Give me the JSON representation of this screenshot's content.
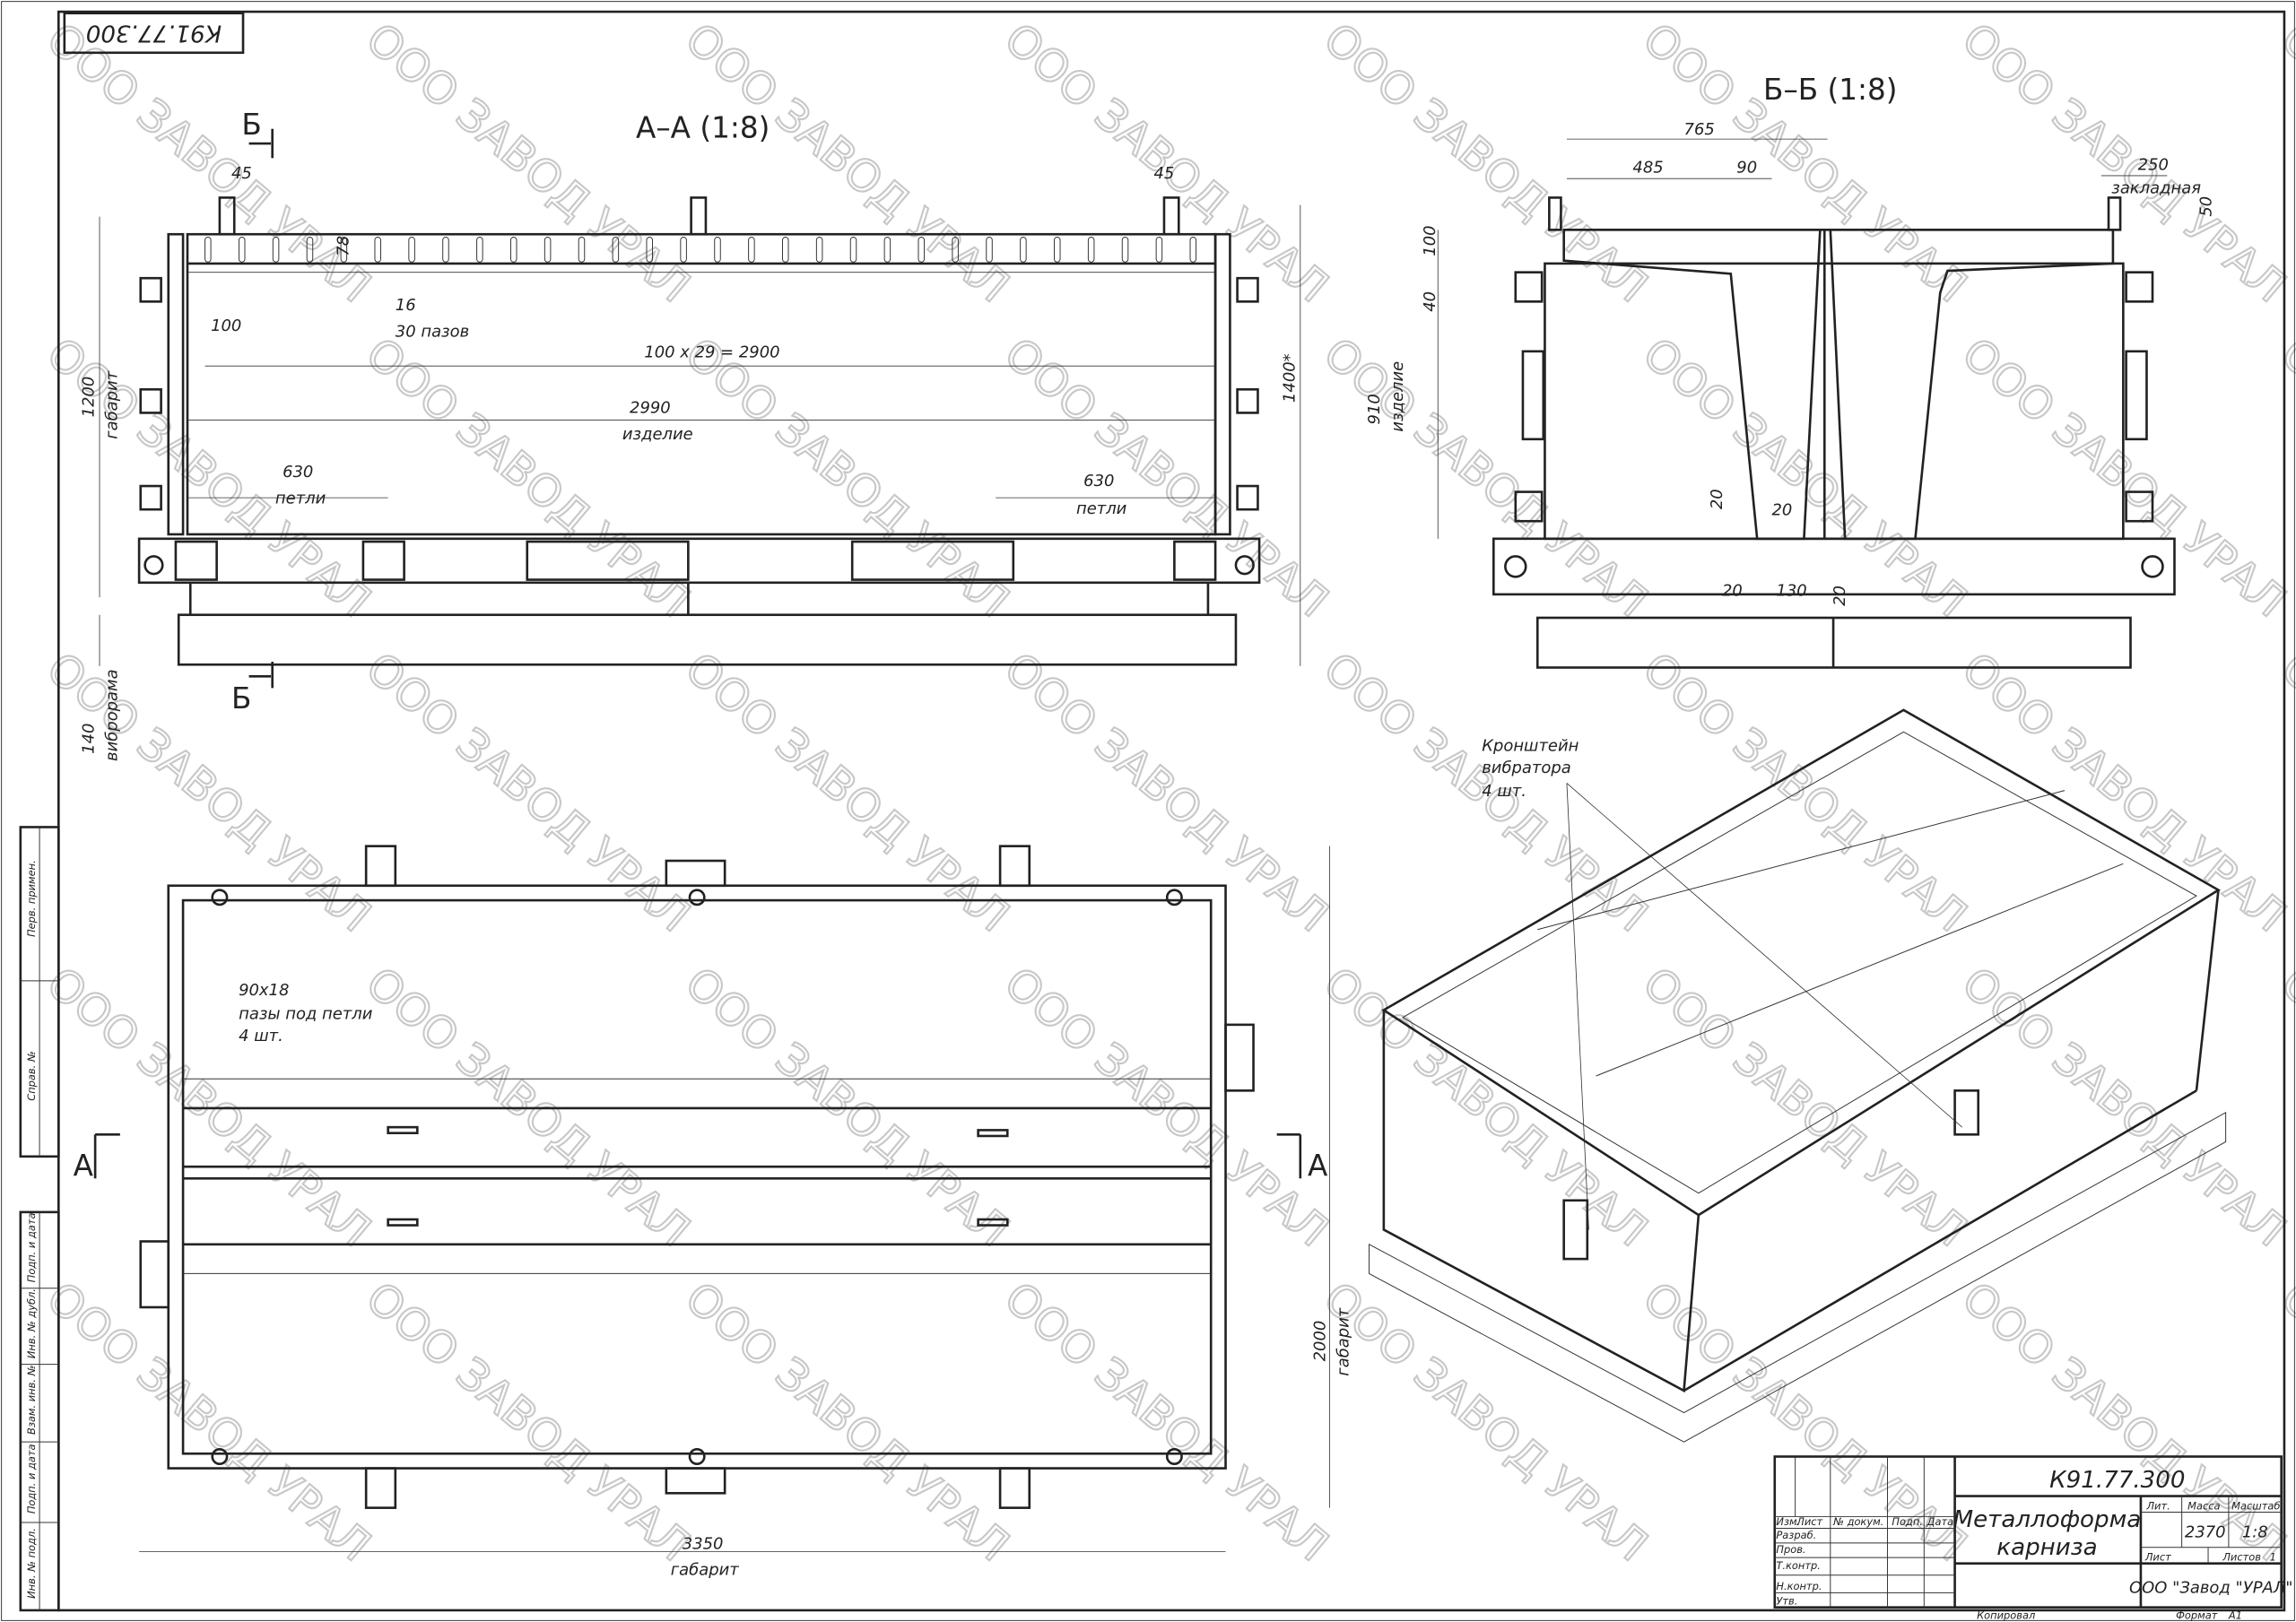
{
  "stamp_code": "К91.77.300",
  "watermark": "ООО ЗАВОД УРАЛ",
  "section_aa": {
    "title": "А–А (1:8)",
    "cut_mark": "Б",
    "dims": {
      "d45_left": "45",
      "d45_right": "45",
      "d78": "78",
      "d100": "100",
      "d16": "16",
      "slots": "30 пазов",
      "pitch": "100 х 29 = 2900",
      "d2990": "2990",
      "product": "изделие",
      "d630_left": "630",
      "loops_left": "петли",
      "d630_right": "630",
      "loops_right": "петли",
      "d1200": "1200",
      "overall": "габарит",
      "d1400": "1400*",
      "d140": "140",
      "vibro": "виброрама"
    }
  },
  "section_bb": {
    "title": "Б–Б (1:8)",
    "dims": {
      "d765": "765",
      "d485": "485",
      "d90": "90",
      "d250": "250",
      "embed": "закладная",
      "d50": "50",
      "d100": "100",
      "d40": "40",
      "d910": "910",
      "product": "изделие",
      "d20_a": "20",
      "d20_b": "20",
      "d20_c": "20",
      "d130": "130",
      "d20_d": "20"
    }
  },
  "plan_view": {
    "cut_mark": "А",
    "note_size": "90х18",
    "note_text": "пазы под петли",
    "note_qty": "4 шт.",
    "d3350": "3350",
    "overall_w": "габарит",
    "d2000": "2000",
    "overall_h": "габарит"
  },
  "iso_view": {
    "callout_title": "Кронштейн",
    "callout_title2": "вибратора",
    "callout_qty": "4 шт."
  },
  "side_stamps": [
    "Перв. примен.",
    "Справ. №",
    "Подп. и дата",
    "Инв. № дубл.",
    "Взам. инв. №",
    "Подп. и дата",
    "Инв. № подл."
  ],
  "title_block": {
    "designation": "К91.77.300",
    "name_line1": "Металлоформа",
    "name_line2": "карниза",
    "col_headers": [
      "Изм.",
      "Лист",
      "№ докум.",
      "Подп.",
      "Дата"
    ],
    "roles": [
      "Разраб.",
      "Пров.",
      "Т.контр.",
      "",
      "Н.контр.",
      "Утв."
    ],
    "lit_label": "Лит.",
    "mass_label": "Масса",
    "scale_label": "Масштаб",
    "mass": "2370",
    "scale": "1:8",
    "sheet_label": "Лист",
    "sheets_label": "Листов",
    "sheets": "1",
    "organization": "ООО \"Завод \"УРАЛ\"",
    "copied": "Копировал",
    "format_label": "Формат",
    "format": "А1"
  }
}
